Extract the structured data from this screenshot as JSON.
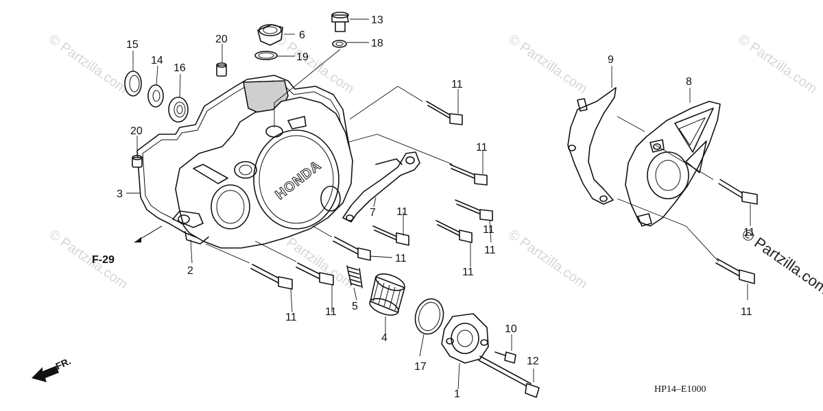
{
  "watermark": "© Partzilla.com",
  "diagram_code": "HP14–E1000",
  "ref_label": "F-29",
  "front_label": "FR.",
  "logo_text": "HONDA",
  "parts": {
    "p1": "1",
    "p2": "2",
    "p3": "3",
    "p4": "4",
    "p5": "5",
    "p6": "6",
    "p7": "7",
    "p8": "8",
    "p9": "9",
    "p10": "10",
    "p12": "12",
    "p13": "13",
    "p14": "14",
    "p15": "15",
    "p16": "16",
    "p17": "17",
    "p18": "18",
    "p19": "19",
    "p20": "20",
    "p11": "11"
  }
}
